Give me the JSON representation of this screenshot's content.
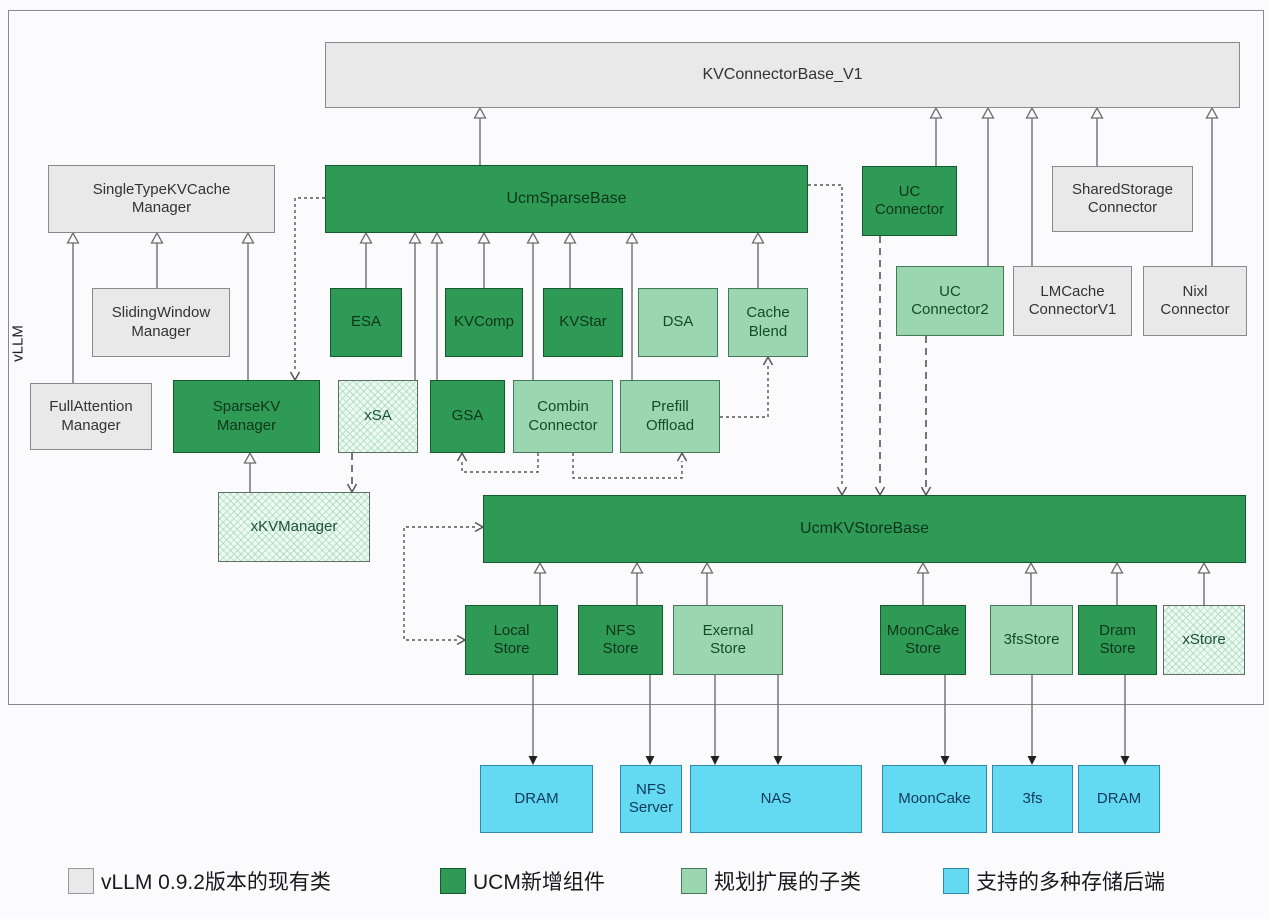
{
  "diagram": {
    "container_label": "vLLM",
    "nodes": {
      "kv_connector_base": {
        "label": "KVConnectorBase_V1",
        "type": "existing"
      },
      "single_type_kv_cache_manager": {
        "label": "SingleTypeKVCache\nManager",
        "type": "existing"
      },
      "ucm_sparse_base": {
        "label": "UcmSparseBase",
        "type": "ucm"
      },
      "uc_connector": {
        "label": "UC\nConnector",
        "type": "ucm"
      },
      "shared_storage_connector": {
        "label": "SharedStorage\nConnector",
        "type": "existing"
      },
      "sliding_window_manager": {
        "label": "SlidingWindow\nManager",
        "type": "existing"
      },
      "esa": {
        "label": "ESA",
        "type": "ucm"
      },
      "kvcomp": {
        "label": "KVComp",
        "type": "ucm"
      },
      "kvstar": {
        "label": "KVStar",
        "type": "ucm"
      },
      "dsa": {
        "label": "DSA",
        "type": "planned"
      },
      "cache_blend": {
        "label": "Cache\nBlend",
        "type": "planned"
      },
      "uc_connector2": {
        "label": "UC\nConnector2",
        "type": "planned"
      },
      "lmcache_connector_v1": {
        "label": "LMCache\nConnectorV1",
        "type": "existing"
      },
      "nixl_connector": {
        "label": "Nixl\nConnector",
        "type": "existing"
      },
      "full_attention_manager": {
        "label": "FullAttention\nManager",
        "type": "existing"
      },
      "sparse_kv_manager": {
        "label": "SparseKV\nManager",
        "type": "ucm"
      },
      "xsa": {
        "label": "xSA",
        "type": "hatched"
      },
      "gsa": {
        "label": "GSA",
        "type": "ucm"
      },
      "combin_connector": {
        "label": "Combin\nConnector",
        "type": "planned"
      },
      "prefill_offload": {
        "label": "Prefill\nOffload",
        "type": "planned"
      },
      "xkv_manager": {
        "label": "xKVManager",
        "type": "hatched"
      },
      "ucm_kv_store_base": {
        "label": "UcmKVStoreBase",
        "type": "ucm"
      },
      "local_store": {
        "label": "Local\nStore",
        "type": "ucm"
      },
      "nfs_store": {
        "label": "NFS\nStore",
        "type": "ucm"
      },
      "exernal_store": {
        "label": "Exernal\nStore",
        "type": "planned"
      },
      "mooncake_store": {
        "label": "MoonCake\nStore",
        "type": "ucm"
      },
      "threefs_store": {
        "label": "3fsStore",
        "type": "planned"
      },
      "dram_store": {
        "label": "Dram\nStore",
        "type": "ucm"
      },
      "xstore": {
        "label": "xStore",
        "type": "hatched"
      },
      "dram_backend1": {
        "label": "DRAM",
        "type": "storage"
      },
      "nfs_server_backend": {
        "label": "NFS\nServer",
        "type": "storage"
      },
      "nas_backend": {
        "label": "NAS",
        "type": "storage"
      },
      "mooncake_backend": {
        "label": "MoonCake",
        "type": "storage"
      },
      "threefs_backend": {
        "label": "3fs",
        "type": "storage"
      },
      "dram_backend2": {
        "label": "DRAM",
        "type": "storage"
      }
    },
    "legend": [
      {
        "label": "vLLM 0.9.2版本的现有类",
        "color": "#e9e9e9"
      },
      {
        "label": "UCM新增组件",
        "color": "#2f9a55"
      },
      {
        "label": "规划扩展的子类",
        "color": "#9ad7b0"
      },
      {
        "label": "支持的多种存储后端",
        "color": "#63d9f2"
      }
    ],
    "colors": {
      "existing_fill": "#e9e9e9",
      "ucm_fill": "#2f9a55",
      "planned_fill": "#9ad7b0",
      "storage_fill": "#63d9f2",
      "line": "#6e6e6e"
    }
  }
}
